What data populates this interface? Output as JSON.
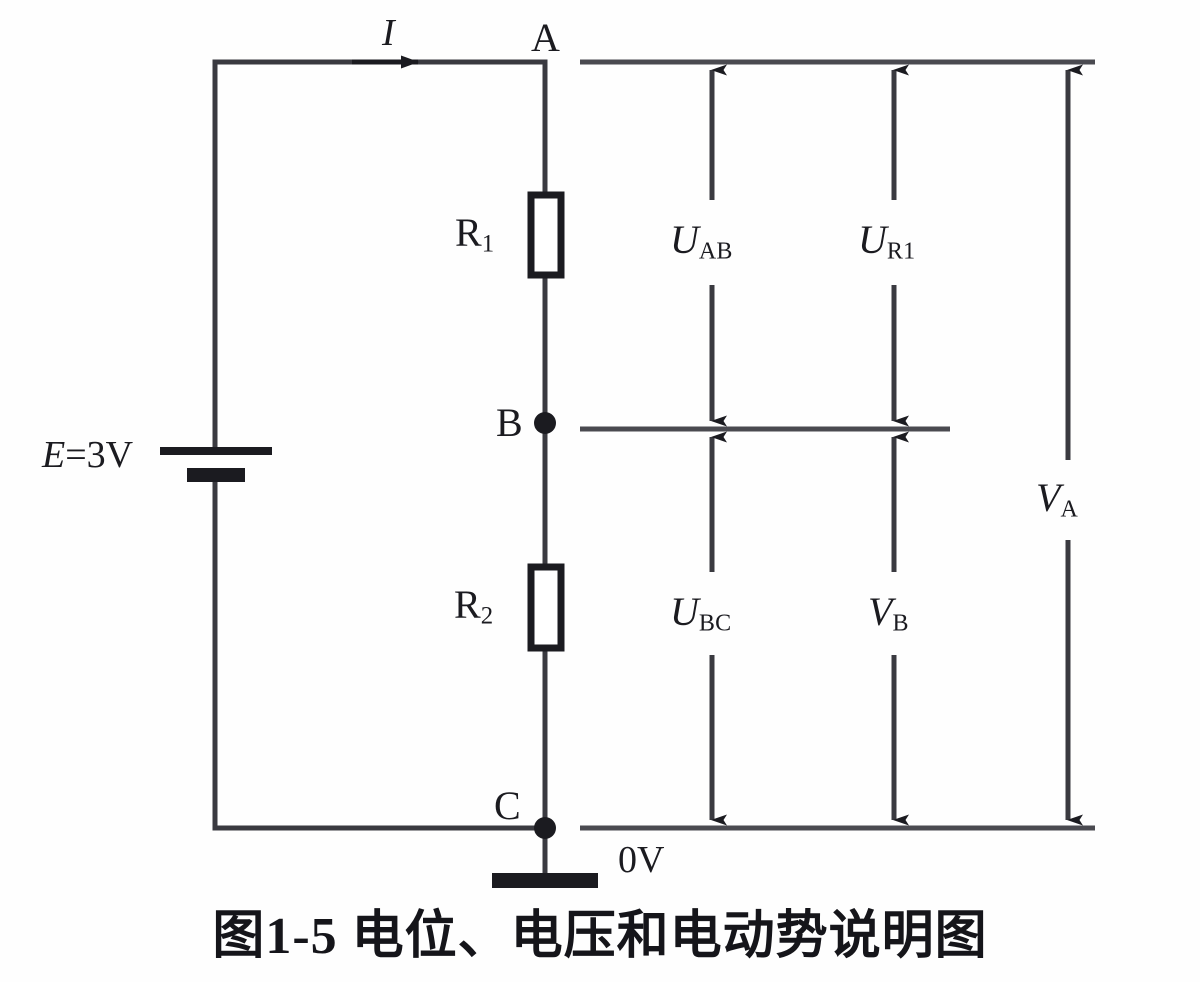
{
  "figure": {
    "caption": "图1-5 电位、电压和电动势说明图",
    "type": "electrical-circuit-schematic",
    "line_color": "#3a3a40",
    "ink_color": "#1b1b20",
    "background": "#fefefe"
  },
  "source": {
    "label": "E=3V",
    "symbol_name": "battery-cell",
    "emf_symbol": "E",
    "emf_value": "3V"
  },
  "current": {
    "label": "I",
    "direction": "right"
  },
  "nodes": [
    {
      "id": "A",
      "label": "A",
      "has_dot": false
    },
    {
      "id": "B",
      "label": "B",
      "has_dot": true
    },
    {
      "id": "C",
      "label": "C",
      "has_dot": true
    }
  ],
  "resistors": [
    {
      "id": "R1",
      "label": "R",
      "subscript": "1"
    },
    {
      "id": "R2",
      "label": "R",
      "subscript": "2"
    }
  ],
  "ground": {
    "label": "0V",
    "symbol_name": "ground-symbol"
  },
  "measurements": [
    {
      "id": "U_AB",
      "symbol": "U",
      "subscript": "AB",
      "span": "A-to-B",
      "arrow_style": "double-headed"
    },
    {
      "id": "U_R1",
      "symbol": "U",
      "subscript": "R1",
      "span": "A-to-B",
      "arrow_style": "double-headed"
    },
    {
      "id": "U_BC",
      "symbol": "U",
      "subscript": "BC",
      "span": "B-to-C",
      "arrow_style": "double-headed"
    },
    {
      "id": "V_B",
      "symbol": "V",
      "subscript": "B",
      "span": "B-to-C",
      "arrow_style": "double-headed"
    },
    {
      "id": "V_A",
      "symbol": "V",
      "subscript": "A",
      "span": "A-to-C",
      "arrow_style": "double-headed"
    }
  ]
}
